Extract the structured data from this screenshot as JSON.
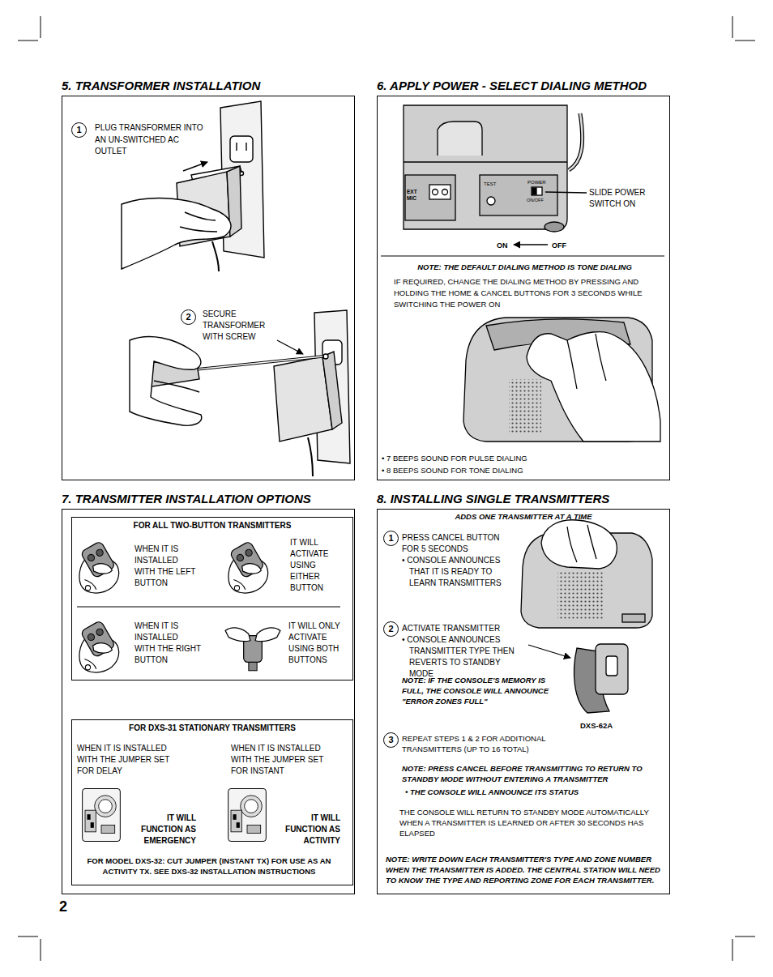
{
  "diagram": {
    "nodes": [
      {
        "text": [
          "5. TRANSFORMER INSTALLATION"
        ]
      },
      {
        "text": [
          "1"
        ],
        "in": 0
      },
      {
        "text": [
          "2"
        ],
        "in": 0
      },
      {
        "text": [
          "6. APPLY POWER - SELECT DIALING METHOD"
        ]
      },
      {
        "text": [
          "7. TRANSMITTER INSTALLATION OPTIONS"
        ]
      },
      {
        "text": [
          "FOR ALL TWO-BUTTON TRANSMITTERS"
        ],
        "in": 4
      },
      {
        "text": [
          "FOR DXS-31 STATIONARY TRANSMITTERS"
        ],
        "in": 4
      },
      {
        "text": [
          "8. INSTALLING SINGLE TRANSMITTERS"
        ]
      },
      {
        "text": [
          "1"
        ],
        "in": 7
      },
      {
        "text": [
          "2"
        ],
        "in": 7
      },
      {
        "text": [
          "3"
        ],
        "in": 7
      }
    ],
    "labels": [
      "PLUG TRANSFORMER INTO AN UN-SWITCHED AC OUTLET",
      "SECURE TRANSFORMER WITH SCREW",
      "EXT MIC",
      "TEST",
      "POWER",
      "ON/OFF",
      "SLIDE POWER SWITCH ON",
      "ON",
      "OFF",
      "NOTE: THE DEFAULT DIALING METHOD IS TONE DIALING",
      "IF REQUIRED, CHANGE THE DIALING METHOD BY PRESSING AND HOLDING THE HOME & CANCEL BUTTONS FOR 3 SECONDS WHILE SWITCHING THE POWER ON",
      "• 7 BEEPS SOUND FOR PULSE DIALING",
      "• 8 BEEPS SOUND FOR TONE DIALING",
      "WHEN IT IS INSTALLED WITH THE LEFT BUTTON",
      "IT WILL ACTIVATE USING EITHER BUTTON",
      "WHEN IT IS INSTALLED WITH THE RIGHT BUTTON",
      "IT WILL ONLY ACTIVATE USING BOTH BUTTONS",
      "WHEN IT IS INSTALLED WITH THE JUMPER SET FOR DELAY",
      "WHEN IT IS INSTALLED WITH THE JUMPER SET FOR INSTANT",
      "IT WILL FUNCTION AS EMERGENCY",
      "IT WILL FUNCTION AS ACTIVITY",
      "FOR MODEL DXS-32: CUT JUMPER (INSTANT TX) FOR USE AS AN ACTIVITY TX. SEE DXS-32 INSTALLATION INSTRUCTIONS",
      "ADDS ONE TRANSMITTER AT A TIME",
      "PRESS CANCEL BUTTON FOR 5 SECONDS",
      "• CONSOLE ANNOUNCES THAT IT IS READY TO LEARN TRANSMITTERS",
      "ACTIVATE TRANSMITTER",
      "• CONSOLE ANNOUNCES TRANSMITTER TYPE THEN REVERTS TO STANDBY MODE",
      "NOTE: IF THE CONSOLE'S MEMORY IS FULL, THE CONSOLE WILL ANNOUNCE \"ERROR ZONES FULL\"",
      "DXS-62A",
      "REPEAT STEPS 1 & 2 FOR ADDITIONAL TRANSMITTERS (UP TO 16 TOTAL)",
      "NOTE: PRESS CANCEL BEFORE TRANSMITTING TO RETURN TO STANDBY MODE WITHOUT ENTERING A TRANSMITTER",
      "• THE CONSOLE WILL ANNOUNCE ITS STATUS",
      "THE CONSOLE WILL RETURN TO STANDBY MODE AUTOMATICALLY WHEN A TRANSMITTER IS LEARNED OR AFTER 30 SECONDS HAS ELAPSED",
      "NOTE: WRITE DOWN EACH TRANSMITTER'S TYPE AND ZONE NUMBER WHEN THE TRANSMITTER IS ADDED. THE CENTRAL STATION WILL NEED TO KNOW THE TYPE AND REPORTING ZONE FOR EACH TRANSMITTER.",
      "2"
    ]
  }
}
